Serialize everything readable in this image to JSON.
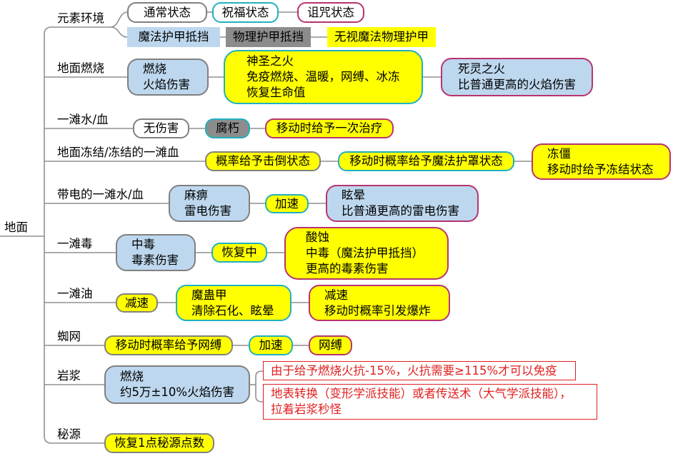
{
  "root": {
    "label": "地面"
  },
  "branches": [
    {
      "label": "元素环境",
      "nodes": [
        "通常状态",
        "祝福状态",
        "诅咒状态",
        "魔法护甲抵挡",
        "物理护甲抵挡",
        "无视魔法物理护甲"
      ]
    },
    {
      "label": "地面燃烧",
      "nodes": [
        "燃烧\n火焰伤害",
        "神圣之火\n免疫燃烧、温暖，网缚、冰冻\n恢复生命值",
        "死灵之火\n比普通更高的火焰伤害"
      ]
    },
    {
      "label": "一滩水/血",
      "nodes": [
        "无伤害",
        "腐朽",
        "移动时给予一次治疗"
      ]
    },
    {
      "label": "地面冻结/冻结的一滩血",
      "nodes": [
        "概率给予击倒状态",
        "移动时概率给予魔法护罩状态",
        "冻僵\n移动时给予冻结状态"
      ]
    },
    {
      "label": "带电的一滩水/血",
      "nodes": [
        "麻痹\n雷电伤害",
        "加速",
        "眩晕\n比普通更高的雷电伤害"
      ]
    },
    {
      "label": "一滩毒",
      "nodes": [
        "中毒\n毒素伤害",
        "恢复中",
        "酸蚀\n中毒（魔法护甲抵挡）\n更高的毒素伤害"
      ]
    },
    {
      "label": "一滩油",
      "nodes": [
        "减速",
        "魔蛊甲\n清除石化、眩晕",
        "减速\n移动时概率引发爆炸"
      ]
    },
    {
      "label": "蜘网",
      "nodes": [
        "移动时概率给予网缚",
        "加速",
        "网缚"
      ]
    },
    {
      "label": "岩浆",
      "nodes": [
        "燃烧\n约5万±10%火焰伤害"
      ],
      "notes": [
        "由于给予燃烧火抗-15%，火抗需要≥115%才可以免疫",
        "地表转换（变形学派技能）或者传送术（大气学派技能），\n拉着岩浆秒怪"
      ]
    },
    {
      "label": "秘源",
      "nodes": [
        "恢复1点秘源点数"
      ]
    }
  ],
  "colors": {
    "blue_fill": "#bdd7ee",
    "yellow_fill": "#ffff00",
    "gray_fill": "#8c8c8c",
    "normal_border": "#808080",
    "blessed_border": "#1fb0c0",
    "cursed_border": "#b83370",
    "note_red": "#e02020",
    "connector": "#909090"
  }
}
